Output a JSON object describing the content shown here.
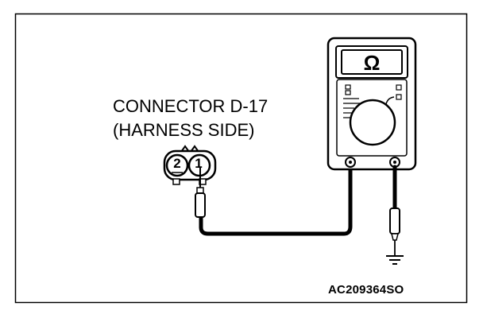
{
  "diagram": {
    "connector_label": [
      "CONNECTOR D-17",
      "(HARNESS SIDE)"
    ],
    "pins": [
      "2",
      "1"
    ],
    "meter_symbol": "Ω",
    "figure_code": "AC209364SO"
  }
}
